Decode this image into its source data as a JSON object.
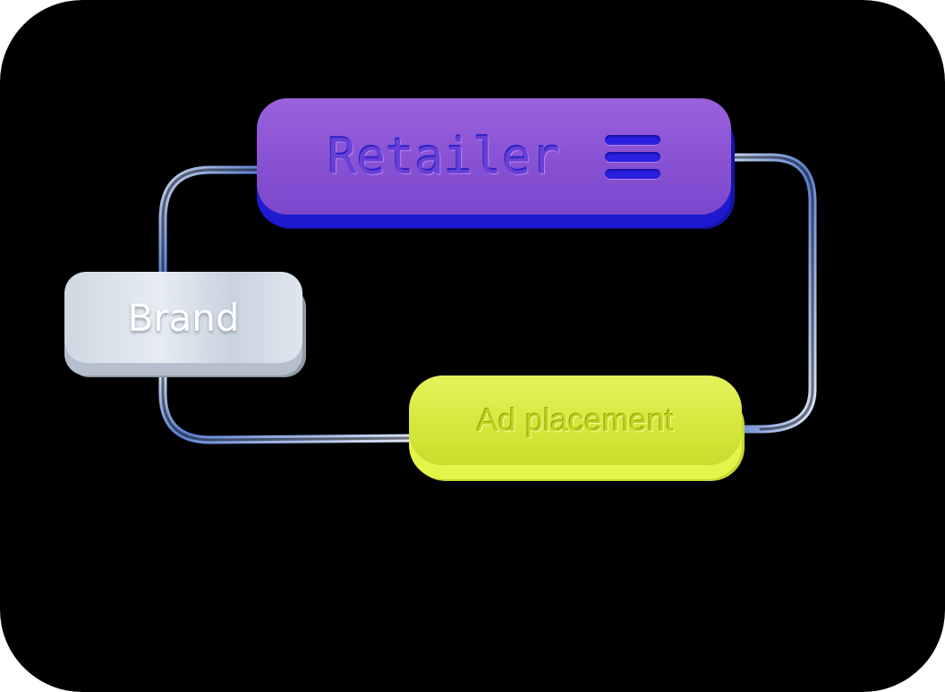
{
  "nodes": {
    "retailer": {
      "label": "Retailer",
      "icon": "menu-icon"
    },
    "brand": {
      "label": "Brand"
    },
    "ad_placement": {
      "label": "Ad placement"
    }
  },
  "colors": {
    "background": "#000000",
    "retailer": "#8a52d4",
    "brand": "#d8e0e8",
    "ad_placement": "#d8ea40",
    "tube": "#9fb7d8"
  }
}
